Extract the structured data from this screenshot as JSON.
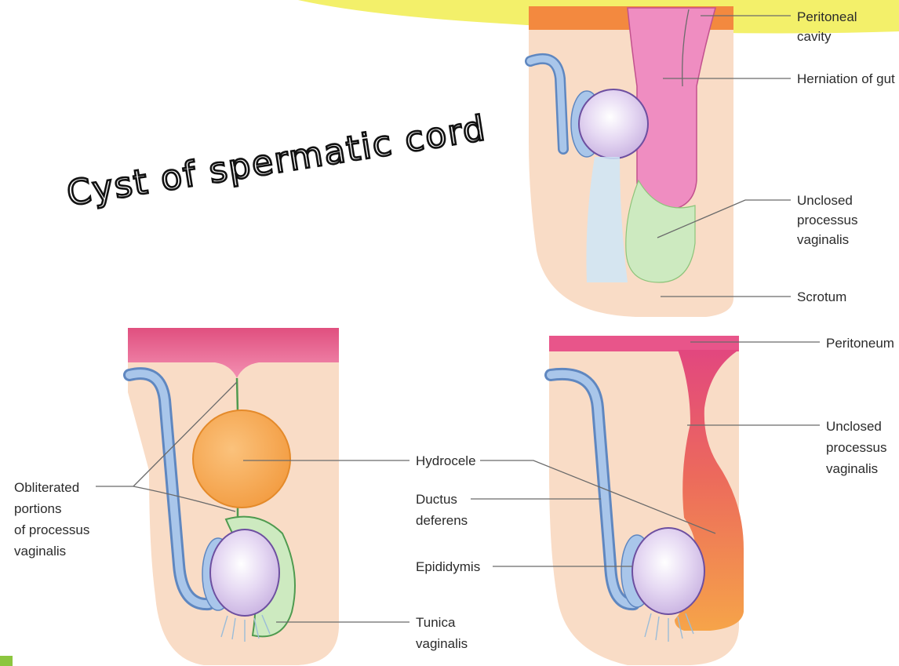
{
  "annotation": {
    "handwritten_note": "Cyst of spermatic cord"
  },
  "colors": {
    "skin": "#f9dcc6",
    "peritoneum": "#e05a8a",
    "hernia": "#ef8dc1",
    "vaginalis_green": "#cdeac0",
    "hydrocele_orange": "#f5a049",
    "ductus_blue": "#8fb4e0",
    "testis": "#d9c6ec",
    "highlight": "#f3f06a"
  },
  "figure_top_right": {
    "labels": {
      "peritoneal_cavity_1": "Peritoneal",
      "peritoneal_cavity_2": "cavity",
      "herniation": "Herniation of gut",
      "unclosed_1": "Unclosed",
      "unclosed_2": "processus",
      "unclosed_3": "vaginalis",
      "scrotum": "Scrotum"
    }
  },
  "figure_bottom_left": {
    "labels": {
      "obliterated_1": "Obliterated",
      "obliterated_2": "portions",
      "obliterated_3": "of processus",
      "obliterated_4": "vaginalis"
    }
  },
  "figure_bottom_right": {
    "labels": {
      "peritoneum": "Peritoneum",
      "unclosed_1": "Unclosed",
      "unclosed_2": "processus",
      "unclosed_3": "vaginalis"
    }
  },
  "shared_labels": {
    "hydrocele": "Hydrocele",
    "ductus_1": "Ductus",
    "ductus_2": "deferens",
    "epididymis": "Epididymis",
    "tunica_1": "Tunica",
    "tunica_2": "vaginalis"
  }
}
